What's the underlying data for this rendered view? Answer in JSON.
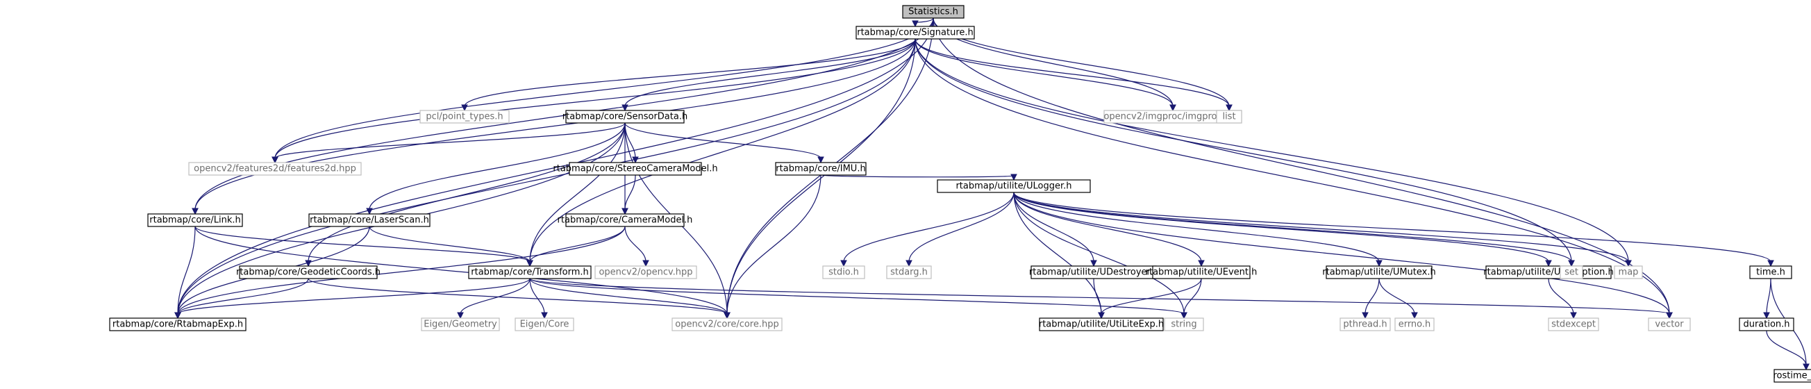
{
  "graph": {
    "nodes": [
      {
        "id": "statistics",
        "label": "Statistics.h",
        "style": "root"
      },
      {
        "id": "signature",
        "label": "rtabmap/core/Signature.h",
        "style": "doc"
      },
      {
        "id": "pcl",
        "label": "pcl/point_types.h",
        "style": "ext"
      },
      {
        "id": "sensordata",
        "label": "rtabmap/core/SensorData.h",
        "style": "doc"
      },
      {
        "id": "imgproc",
        "label": "opencv2/imgproc/imgproc.hpp",
        "style": "ext"
      },
      {
        "id": "list",
        "label": "list",
        "style": "ext"
      },
      {
        "id": "features2d",
        "label": "opencv2/features2d/features2d.hpp",
        "style": "ext"
      },
      {
        "id": "stereo",
        "label": "rtabmap/core/StereoCameraModel.h",
        "style": "doc"
      },
      {
        "id": "imu",
        "label": "rtabmap/core/IMU.h",
        "style": "doc"
      },
      {
        "id": "link",
        "label": "rtabmap/core/Link.h",
        "style": "doc"
      },
      {
        "id": "laserscan",
        "label": "rtabmap/core/LaserScan.h",
        "style": "doc"
      },
      {
        "id": "cameramodel",
        "label": "rtabmap/core/CameraModel.h",
        "style": "doc"
      },
      {
        "id": "ulogger",
        "label": "rtabmap/utilite/ULogger.h",
        "style": "doc"
      },
      {
        "id": "geodetic",
        "label": "rtabmap/core/GeodeticCoords.h",
        "style": "doc"
      },
      {
        "id": "transform",
        "label": "rtabmap/core/Transform.h",
        "style": "doc"
      },
      {
        "id": "opencv",
        "label": "opencv2/opencv.hpp",
        "style": "ext"
      },
      {
        "id": "stdio",
        "label": "stdio.h",
        "style": "ext"
      },
      {
        "id": "stdarg",
        "label": "stdarg.h",
        "style": "ext"
      },
      {
        "id": "udestroyer",
        "label": "rtabmap/utilite/UDestroyer.h",
        "style": "doc"
      },
      {
        "id": "uevent",
        "label": "rtabmap/utilite/UEvent.h",
        "style": "doc"
      },
      {
        "id": "umutex",
        "label": "rtabmap/utilite/UMutex.h",
        "style": "doc"
      },
      {
        "id": "uexception",
        "label": "rtabmap/utilite/UException.h",
        "style": "doc"
      },
      {
        "id": "set",
        "label": "set",
        "style": "ext"
      },
      {
        "id": "map",
        "label": "map",
        "style": "ext"
      },
      {
        "id": "time",
        "label": "time.h",
        "style": "doc"
      },
      {
        "id": "rtabmapexp",
        "label": "rtabmap/core/RtabmapExp.h",
        "style": "doc"
      },
      {
        "id": "eigengeo",
        "label": "Eigen/Geometry",
        "style": "ext"
      },
      {
        "id": "eigencore",
        "label": "Eigen/Core",
        "style": "ext"
      },
      {
        "id": "cvcore",
        "label": "opencv2/core/core.hpp",
        "style": "ext"
      },
      {
        "id": "string",
        "label": "string",
        "style": "ext"
      },
      {
        "id": "utilite",
        "label": "rtabmap/utilite/UtiLiteExp.h",
        "style": "doc"
      },
      {
        "id": "pthread",
        "label": "pthread.h",
        "style": "ext"
      },
      {
        "id": "errno",
        "label": "errno.h",
        "style": "ext"
      },
      {
        "id": "stdexcept",
        "label": "stdexcept",
        "style": "ext"
      },
      {
        "id": "vector",
        "label": "vector",
        "style": "ext"
      },
      {
        "id": "duration",
        "label": "duration.h",
        "style": "doc"
      },
      {
        "id": "rostime",
        "label": "rostime_decl.h",
        "style": "doc"
      }
    ],
    "edges": [
      [
        "statistics",
        "signature"
      ],
      [
        "statistics",
        "list"
      ],
      [
        "statistics",
        "imgproc"
      ],
      [
        "statistics",
        "vector"
      ],
      [
        "statistics",
        "cvcore"
      ],
      [
        "statistics",
        "features2d"
      ],
      [
        "statistics",
        "link"
      ],
      [
        "statistics",
        "rtabmapexp"
      ],
      [
        "signature",
        "pcl"
      ],
      [
        "signature",
        "sensordata"
      ],
      [
        "signature",
        "imgproc"
      ],
      [
        "signature",
        "list"
      ],
      [
        "signature",
        "features2d"
      ],
      [
        "signature",
        "link"
      ],
      [
        "signature",
        "transform"
      ],
      [
        "signature",
        "rtabmapexp"
      ],
      [
        "signature",
        "cvcore"
      ],
      [
        "signature",
        "set"
      ],
      [
        "signature",
        "map"
      ],
      [
        "signature",
        "vector"
      ],
      [
        "sensordata",
        "features2d"
      ],
      [
        "sensordata",
        "stereo"
      ],
      [
        "sensordata",
        "imu"
      ],
      [
        "sensordata",
        "laserscan"
      ],
      [
        "sensordata",
        "cameramodel"
      ],
      [
        "sensordata",
        "geodetic"
      ],
      [
        "sensordata",
        "transform"
      ],
      [
        "sensordata",
        "rtabmapexp"
      ],
      [
        "sensordata",
        "cvcore"
      ],
      [
        "stereo",
        "cameramodel"
      ],
      [
        "imu",
        "ulogger"
      ],
      [
        "imu",
        "cvcore"
      ],
      [
        "link",
        "transform"
      ],
      [
        "link",
        "rtabmapexp"
      ],
      [
        "link",
        "cvcore"
      ],
      [
        "laserscan",
        "transform"
      ],
      [
        "laserscan",
        "rtabmapexp"
      ],
      [
        "cameramodel",
        "transform"
      ],
      [
        "cameramodel",
        "opencv"
      ],
      [
        "cameramodel",
        "rtabmapexp"
      ],
      [
        "geodetic",
        "rtabmapexp"
      ],
      [
        "geodetic",
        "cvcore"
      ],
      [
        "transform",
        "rtabmapexp"
      ],
      [
        "transform",
        "eigengeo"
      ],
      [
        "transform",
        "eigencore"
      ],
      [
        "transform",
        "cvcore"
      ],
      [
        "transform",
        "string"
      ],
      [
        "transform",
        "vector"
      ],
      [
        "ulogger",
        "stdio"
      ],
      [
        "ulogger",
        "stdarg"
      ],
      [
        "ulogger",
        "udestroyer"
      ],
      [
        "ulogger",
        "uevent"
      ],
      [
        "ulogger",
        "umutex"
      ],
      [
        "ulogger",
        "uexception"
      ],
      [
        "ulogger",
        "utilite"
      ],
      [
        "ulogger",
        "string"
      ],
      [
        "ulogger",
        "set"
      ],
      [
        "ulogger",
        "map"
      ],
      [
        "ulogger",
        "vector"
      ],
      [
        "ulogger",
        "time"
      ],
      [
        "udestroyer",
        "utilite"
      ],
      [
        "uevent",
        "utilite"
      ],
      [
        "uevent",
        "string"
      ],
      [
        "umutex",
        "pthread"
      ],
      [
        "umutex",
        "errno"
      ],
      [
        "uexception",
        "stdexcept"
      ],
      [
        "time",
        "duration"
      ],
      [
        "time",
        "rostime"
      ],
      [
        "duration",
        "rostime"
      ]
    ]
  }
}
